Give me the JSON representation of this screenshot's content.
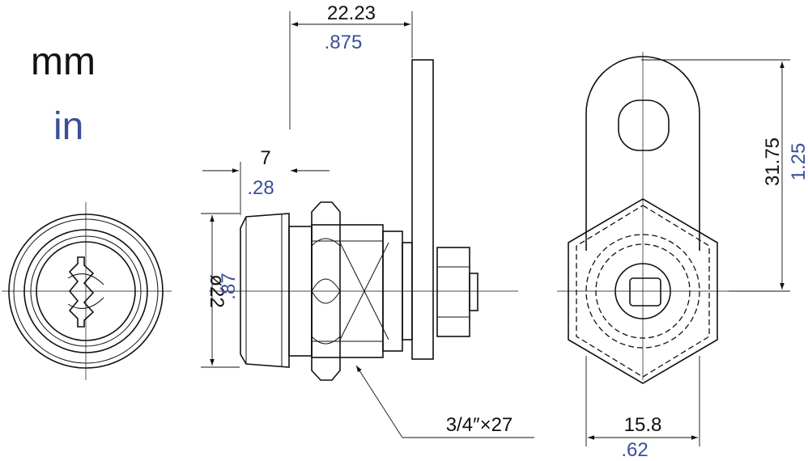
{
  "legend": {
    "mm_label": "mm",
    "in_label": "in"
  },
  "dimensions": {
    "cam_length": {
      "mm": "22.23",
      "in": ".875"
    },
    "bezel_depth": {
      "mm": "7",
      "in": ".28"
    },
    "diameter": {
      "mm": "ø22",
      "in": ".87"
    },
    "thread": {
      "label": "3/4″×27"
    },
    "cam_height": {
      "mm": "31.75",
      "in": "1.25"
    },
    "cam_width": {
      "mm": "15.8",
      "in": ".62"
    }
  },
  "colors": {
    "metric": "#111111",
    "imperial": "#3a4f9a"
  }
}
